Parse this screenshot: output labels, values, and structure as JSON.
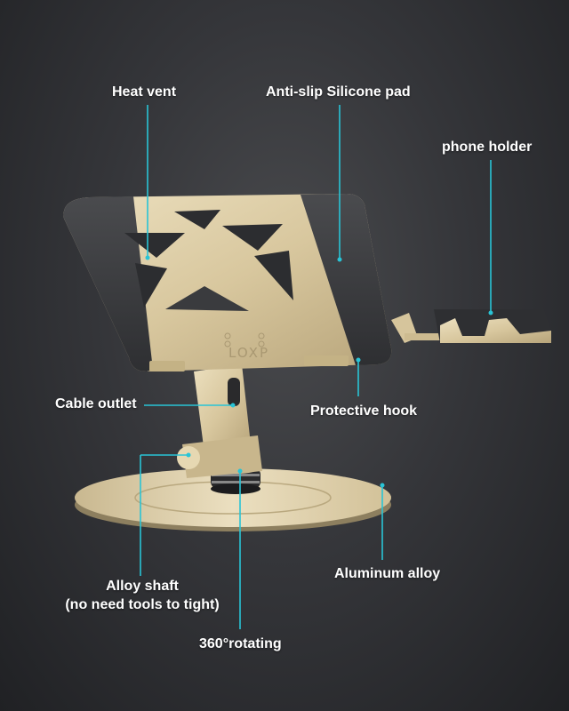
{
  "callouts": {
    "heat_vent": "Heat vent",
    "anti_slip": "Anti-slip Silicone pad",
    "phone_holder": "phone holder",
    "cable_outlet": "Cable outlet",
    "protective_hook": "Protective hook",
    "aluminum_alloy": "Aluminum alloy",
    "alloy_shaft_line1": "Alloy shaft",
    "alloy_shaft_line2": "(no need tools to tight)",
    "rotating": "360°rotating"
  },
  "product": {
    "brand": "LOXP"
  },
  "colors": {
    "accent_line": "#29c4d6",
    "gold": "#d8c79e",
    "pad": "#3f4043"
  }
}
